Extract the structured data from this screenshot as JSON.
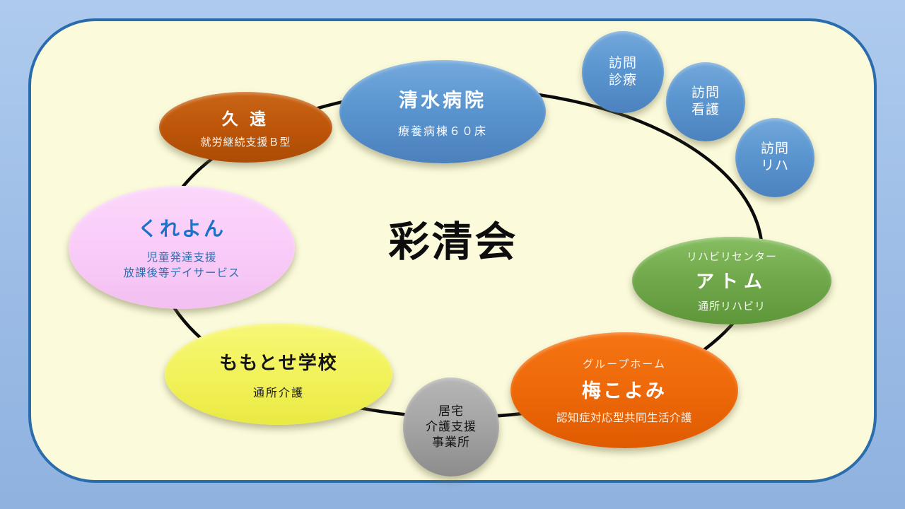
{
  "org": {
    "title": "彩清会"
  },
  "nodes": {
    "hospital": {
      "title": "清水病院",
      "subtitle": "療養病棟６０床"
    },
    "houmon_shinryo": {
      "line1": "訪問",
      "line2": "診療"
    },
    "houmon_kango": {
      "line1": "訪問",
      "line2": "看護"
    },
    "houmon_riha": {
      "line1": "訪問",
      "line2": "リハ"
    },
    "kuon": {
      "title": "久 遠",
      "subtitle": "就労継続支援Ｂ型"
    },
    "kureyon": {
      "title": "くれよん",
      "subtitle_line1": "児童発達支援",
      "subtitle_line2": "放課後等デイサービス"
    },
    "momotose": {
      "title": "ももとせ学校",
      "subtitle": "通所介護"
    },
    "kyotaku": {
      "line1": "居宅",
      "line2": "介護支援",
      "line3": "事業所"
    },
    "ume_koyomi": {
      "overline": "グループホーム",
      "title": "梅こよみ",
      "subtitle": "認知症対応型共同生活介護"
    },
    "atom": {
      "overline": "リハビリセンター",
      "title": "アトム",
      "subtitle": "通所リハビリ"
    }
  },
  "colors": {
    "outer_background_top": "#AECBEE",
    "outer_background_bottom": "#8FB2DF",
    "panel_fill": "#FBFBDC",
    "panel_border": "#2B6CAD",
    "ring_stroke": "#0B0B0B",
    "hospital_fill": "#5B96D0",
    "visit_circle_fill": "#5B96D0",
    "kuon_fill": "#BC5409",
    "kureyon_fill": "#FACDF9",
    "kureyon_title_text": "#1C72CB",
    "kureyon_subtitle_text": "#2E6FB0",
    "momotose_fill": "#F2F25C",
    "kyotaku_fill": "#A6A6A6",
    "ume_fill": "#EE6A0A",
    "atom_fill": "#71A94C",
    "org_title_text": "#0D0D0D"
  }
}
